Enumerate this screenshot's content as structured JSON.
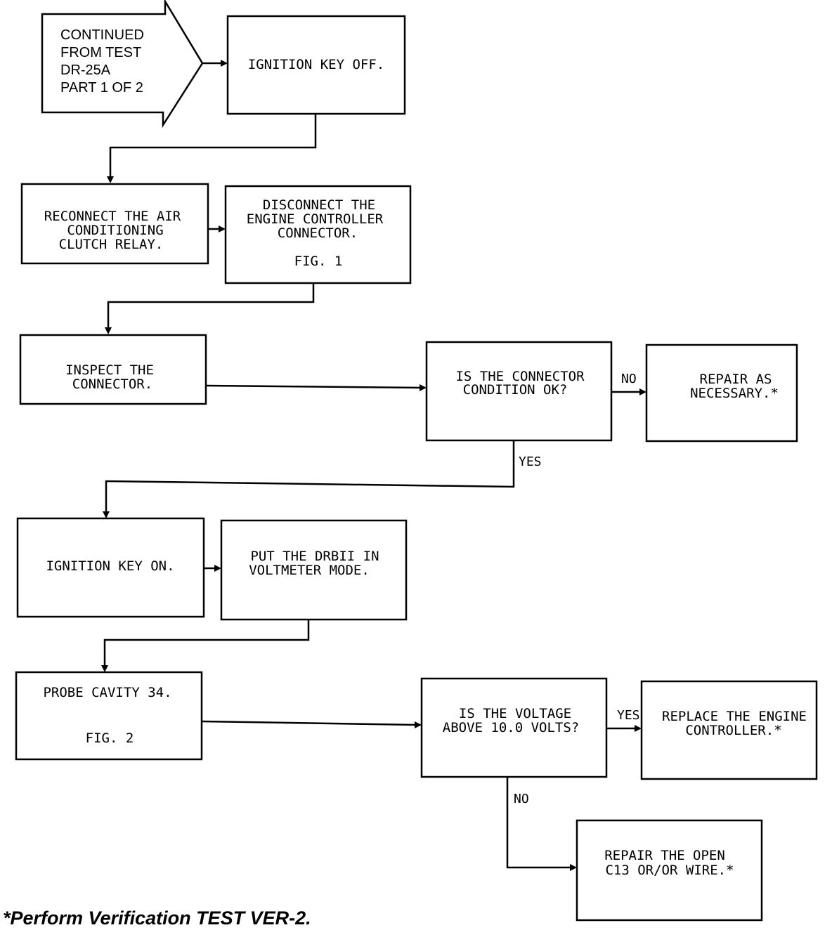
{
  "diagram": {
    "continued": [
      "CONTINUED",
      "FROM TEST",
      "DR-25A",
      "PART 1 OF 2"
    ],
    "steps": {
      "ignition_off": [
        "IGNITION KEY OFF."
      ],
      "reconnect_relay": [
        "RECONNECT THE AIR",
        "CONDITIONING",
        "CLUTCH RELAY."
      ],
      "disconnect": [
        "DISCONNECT THE",
        "ENGINE CONTROLLER",
        "CONNECTOR."
      ],
      "disconnect_fig": "FIG. 1",
      "inspect": [
        "INSPECT THE",
        "CONNECTOR."
      ],
      "connector_ok": [
        "IS THE CONNECTOR",
        "CONDITION OK?"
      ],
      "repair_necessary": [
        "REPAIR AS",
        "NECESSARY.*"
      ],
      "ignition_on": [
        "IGNITION KEY ON."
      ],
      "voltmeter": [
        "PUT THE DRBII IN",
        "VOLTMETER MODE."
      ],
      "probe": "PROBE CAVITY 34.",
      "probe_fig": "FIG. 2",
      "voltage_q": [
        "IS THE VOLTAGE",
        "ABOVE 10.0 VOLTS?"
      ],
      "replace": [
        "REPLACE THE ENGINE",
        "CONTROLLER.*"
      ],
      "repair_open": [
        "REPAIR THE OPEN",
        "C13 OR/OR WIRE.*"
      ]
    },
    "labels": {
      "no1": "NO",
      "yes1": "YES",
      "yes2": "YES",
      "no2": "NO"
    }
  },
  "footnote": "*Perform Verification TEST VER-2."
}
